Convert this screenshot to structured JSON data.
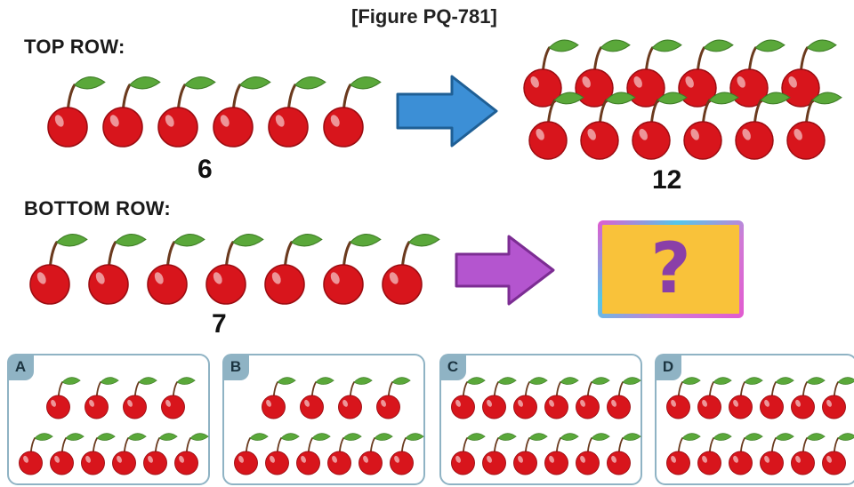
{
  "figure_id": "[Figure PQ-781]",
  "top_row": {
    "title": "TOP ROW:",
    "input_count": "6",
    "output_count": "12",
    "input_cherries": 6,
    "output_cherries": 12
  },
  "bottom_row": {
    "title": "BOTTOM ROW:",
    "input_count": "7",
    "output_symbol": "?",
    "input_cherries": 7
  },
  "options": [
    {
      "letter": "A",
      "cherries": 10
    },
    {
      "letter": "B",
      "cherries": 10
    },
    {
      "letter": "C",
      "cherries": 12
    },
    {
      "letter": "D",
      "cherries": 12
    }
  ],
  "colors": {
    "cherry": "#d8151c",
    "leaf": "#5aa83a",
    "stem": "#6b3a1e",
    "top_arrow": "#3c8fd6",
    "bottom_arrow": "#b455cf",
    "question_box": "#f9c23a",
    "option_border": "#8fb3c4"
  }
}
